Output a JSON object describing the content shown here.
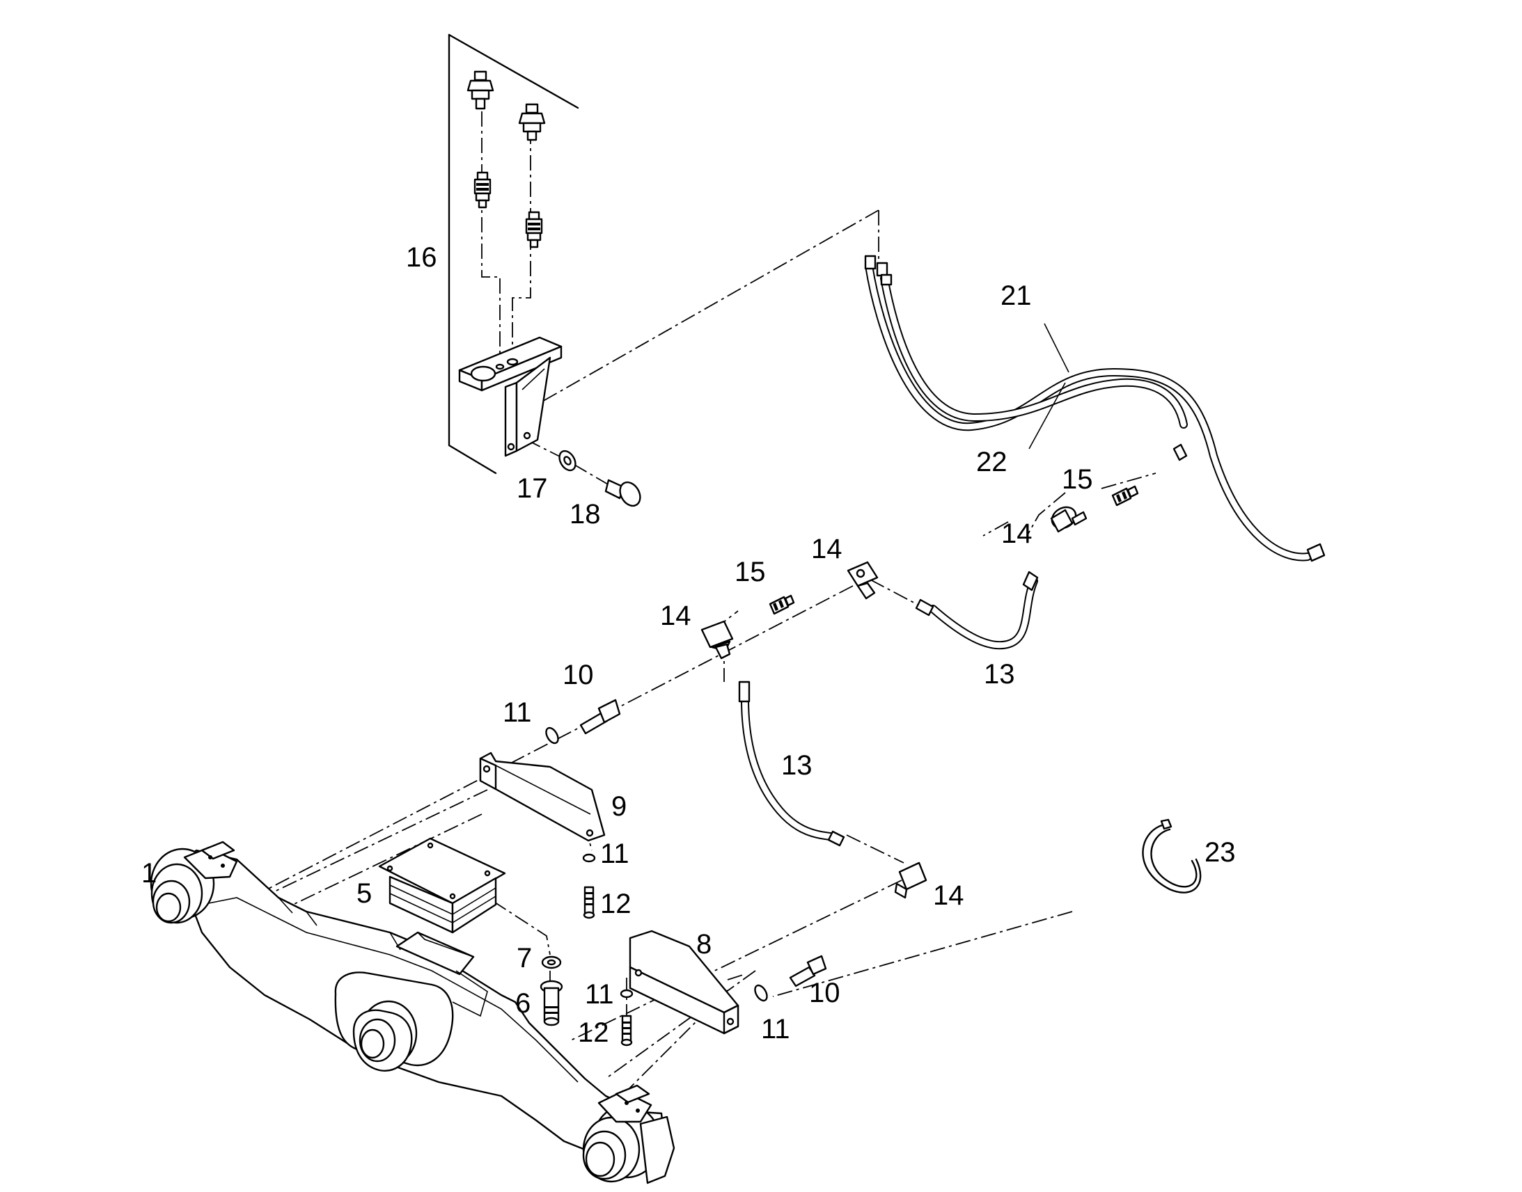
{
  "callouts": {
    "c1": "1",
    "c5": "5",
    "c6": "6",
    "c7": "7",
    "c8": "8",
    "c9": "9",
    "c10a": "10",
    "c10b": "10",
    "c11a": "11",
    "c11b": "11",
    "c11c": "11",
    "c11d": "11",
    "c12a": "12",
    "c12b": "12",
    "c13a": "13",
    "c13b": "13",
    "c14a": "14",
    "c14b": "14",
    "c14c": "14",
    "c14d": "14",
    "c15a": "15",
    "c15b": "15",
    "c16": "16",
    "c17": "17",
    "c18": "18",
    "c21": "21",
    "c22": "22",
    "c23": "23"
  }
}
